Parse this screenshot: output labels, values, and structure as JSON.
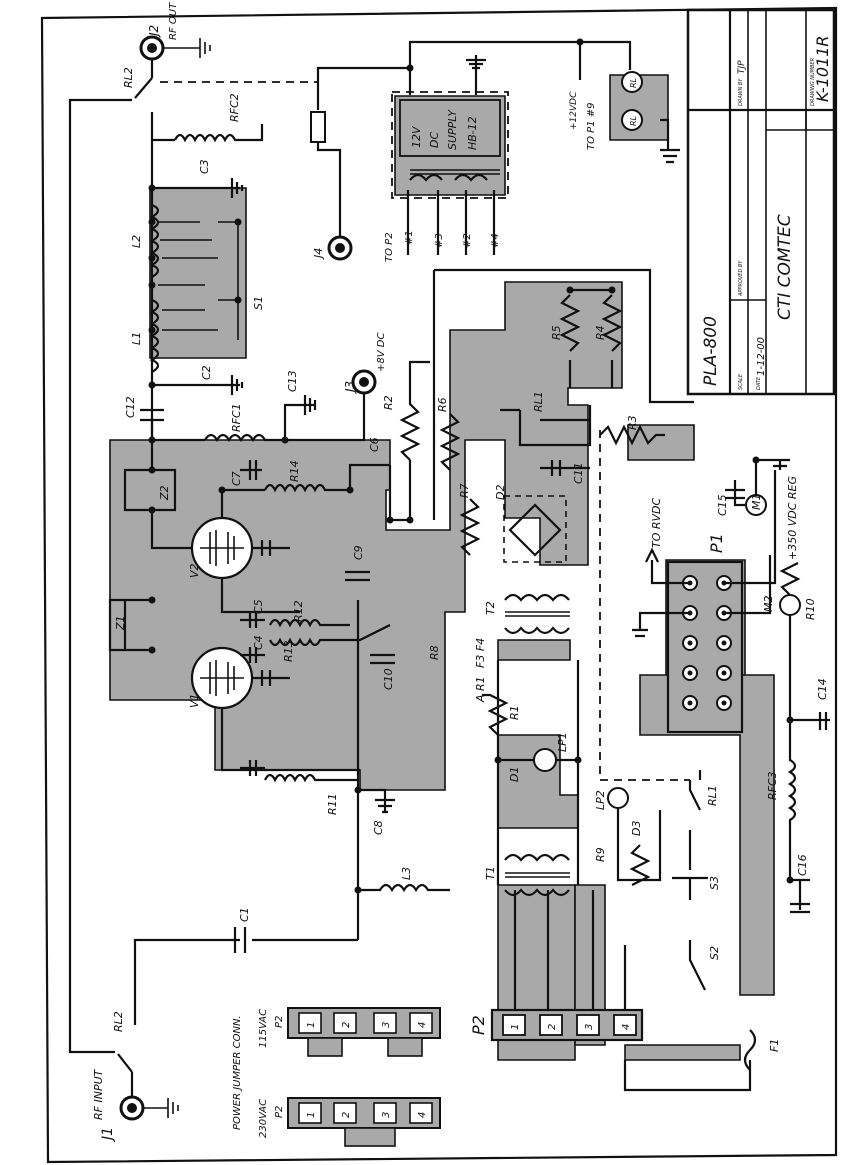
{
  "title_block": {
    "model": "PLA-800",
    "company": "CTI COMTEC",
    "date": "1-12-00",
    "drawing_number": "K-1011R",
    "drawn_by": "TJP",
    "header_date": "DATE",
    "header_scale": "SCALE",
    "header_approved": "APPROVED BY",
    "header_drawn": "DRAWN BY",
    "header_drawing_no": "DRAWING NUMBER"
  },
  "connectors": {
    "rf_input": "RF INPUT",
    "rf_input_ref": "J1",
    "rf_out": "RF OUT",
    "rf_out_ref": "J2",
    "j3": "J3",
    "j3_label": "+8V DC",
    "j4": "J4"
  },
  "jumpers": {
    "title": "POWER JUMPER CONN.",
    "v115": "115VAC",
    "v230": "230VAC",
    "ref": "P2",
    "pins": [
      "1",
      "2",
      "3",
      "4"
    ]
  },
  "supply": {
    "box": [
      "12V",
      "DC",
      "SUPPLY",
      "HB-12"
    ],
    "to_p2": "TO P2",
    "taps": [
      "#1",
      "#3",
      "#2",
      "#4"
    ],
    "to_p1": "TO P1 #9",
    "plus12": "+12VDC",
    "rl": "RL"
  },
  "labels": {
    "RL2": "RL2",
    "RFC2": "RFC2",
    "C3": "C3",
    "L2": "L2",
    "L1": "L1",
    "S1": "S1",
    "C2": "C2",
    "C13": "C13",
    "RFC1": "RFC1",
    "C12": "C12",
    "C6": "C6",
    "R2": "R2",
    "R6": "R6",
    "R7": "R7",
    "R3": "R3",
    "R4": "R4",
    "R5": "R5",
    "RL1": "RL1",
    "C11": "C11",
    "D2": "D2",
    "Z2": "Z2",
    "Z1": "Z1",
    "C7": "C7",
    "R14": "R14",
    "V2": "V2",
    "V1": "V1",
    "R13": "R13",
    "R12": "R12",
    "C5": "C5",
    "C10": "C10",
    "C9": "C9",
    "R8": "R8",
    "C4": "C4",
    "R11": "R11",
    "C8": "C8",
    "L3": "L3",
    "C1": "C1",
    "T2": "T2",
    "T1": "T1",
    "R1": "R1",
    "LP1": "LP1",
    "D1": "D1",
    "LP2": "LP2",
    "R9": "R9",
    "D3": "D3",
    "RL1b": "RL1",
    "S3": "S3",
    "S2": "S2",
    "P1": "P1",
    "P2": "P2",
    "F1": "F1",
    "C15": "C15",
    "M1": "M1",
    "M2": "M2",
    "R10": "R10",
    "C14": "C14",
    "RFC3": "RFC3",
    "C16": "C16",
    "to_rvdc": "TO RVDC",
    "hv_reg": "+350 VDC REG",
    "F3": "F3 F4",
    "A1": "A R1"
  }
}
